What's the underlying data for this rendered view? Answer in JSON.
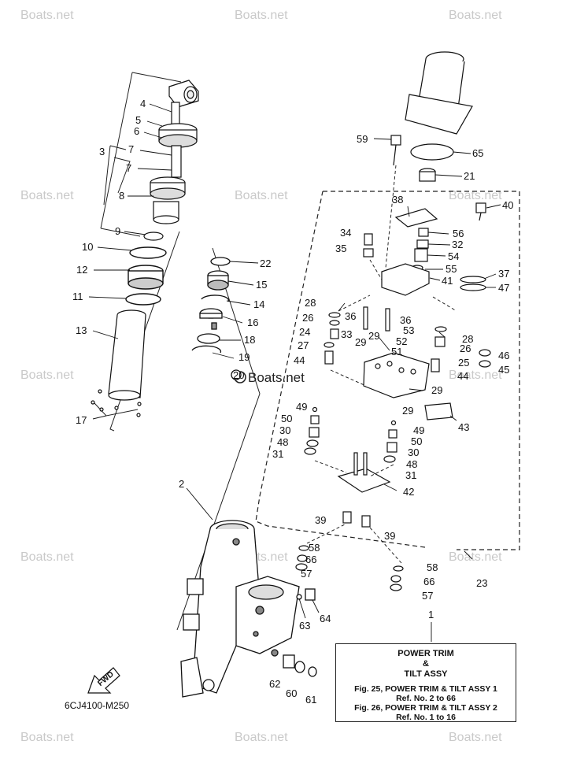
{
  "diagram": {
    "watermark": "Boats.net",
    "center_watermark": "Boats.net",
    "drawing_code": "6CJ4100-M250",
    "fwd_label": "FWD",
    "legend": {
      "ref": "1",
      "title_line1": "POWER TRIM",
      "title_line2": "&",
      "title_line3": "TILT ASSY",
      "line1": "Fig. 25, POWER TRIM & TILT ASSY 1",
      "line2": "Ref. No. 2 to 66",
      "line3": "Fig. 26, POWER TRIM & TILT ASSY 2",
      "line4": "Ref. No. 1 to 16"
    },
    "callouts": [
      {
        "id": "c4",
        "text": "4"
      },
      {
        "id": "c5",
        "text": "5"
      },
      {
        "id": "c6",
        "text": "6"
      },
      {
        "id": "c3",
        "text": "3"
      },
      {
        "id": "c7a",
        "text": "7"
      },
      {
        "id": "c7b",
        "text": "7"
      },
      {
        "id": "c8",
        "text": "8"
      },
      {
        "id": "c9",
        "text": "9"
      },
      {
        "id": "c10",
        "text": "10"
      },
      {
        "id": "c12",
        "text": "12"
      },
      {
        "id": "c11",
        "text": "11"
      },
      {
        "id": "c13",
        "text": "13"
      },
      {
        "id": "c17",
        "text": "17"
      },
      {
        "id": "c22",
        "text": "22"
      },
      {
        "id": "c15",
        "text": "15"
      },
      {
        "id": "c14",
        "text": "14"
      },
      {
        "id": "c16",
        "text": "16"
      },
      {
        "id": "c18",
        "text": "18"
      },
      {
        "id": "c19",
        "text": "19"
      },
      {
        "id": "c20",
        "text": "20"
      },
      {
        "id": "c2",
        "text": "2"
      },
      {
        "id": "c59",
        "text": "59"
      },
      {
        "id": "c65",
        "text": "65"
      },
      {
        "id": "c21",
        "text": "21"
      },
      {
        "id": "c38",
        "text": "38"
      },
      {
        "id": "c40",
        "text": "40"
      },
      {
        "id": "c34",
        "text": "34"
      },
      {
        "id": "c56",
        "text": "56"
      },
      {
        "id": "c35",
        "text": "35"
      },
      {
        "id": "c32",
        "text": "32"
      },
      {
        "id": "c54",
        "text": "54"
      },
      {
        "id": "c55",
        "text": "55"
      },
      {
        "id": "c41",
        "text": "41"
      },
      {
        "id": "c37",
        "text": "37"
      },
      {
        "id": "c47",
        "text": "47"
      },
      {
        "id": "c28a",
        "text": "28"
      },
      {
        "id": "c26a",
        "text": "26"
      },
      {
        "id": "c36a",
        "text": "36"
      },
      {
        "id": "c36b",
        "text": "36"
      },
      {
        "id": "c53",
        "text": "53"
      },
      {
        "id": "c28b",
        "text": "28"
      },
      {
        "id": "c24",
        "text": "24"
      },
      {
        "id": "c33",
        "text": "33"
      },
      {
        "id": "c29a",
        "text": "29"
      },
      {
        "id": "c29b",
        "text": "29"
      },
      {
        "id": "c52",
        "text": "52"
      },
      {
        "id": "c26b",
        "text": "26"
      },
      {
        "id": "c46",
        "text": "46"
      },
      {
        "id": "c27",
        "text": "27"
      },
      {
        "id": "c51",
        "text": "51"
      },
      {
        "id": "c25",
        "text": "25"
      },
      {
        "id": "c45",
        "text": "45"
      },
      {
        "id": "c44a",
        "text": "44"
      },
      {
        "id": "c44b",
        "text": "44"
      },
      {
        "id": "c29c",
        "text": "29"
      },
      {
        "id": "c49a",
        "text": "49"
      },
      {
        "id": "c29d",
        "text": "29"
      },
      {
        "id": "c43",
        "text": "43"
      },
      {
        "id": "c50a",
        "text": "50"
      },
      {
        "id": "c30a",
        "text": "30"
      },
      {
        "id": "c49b",
        "text": "49"
      },
      {
        "id": "c48a",
        "text": "48"
      },
      {
        "id": "c50b",
        "text": "50"
      },
      {
        "id": "c31a",
        "text": "31"
      },
      {
        "id": "c30b",
        "text": "30"
      },
      {
        "id": "c48b",
        "text": "48"
      },
      {
        "id": "c31b",
        "text": "31"
      },
      {
        "id": "c42",
        "text": "42"
      },
      {
        "id": "c39a",
        "text": "39"
      },
      {
        "id": "c39b",
        "text": "39"
      },
      {
        "id": "c58a",
        "text": "58"
      },
      {
        "id": "c66a",
        "text": "66"
      },
      {
        "id": "c57a",
        "text": "57"
      },
      {
        "id": "c58b",
        "text": "58"
      },
      {
        "id": "c66b",
        "text": "66"
      },
      {
        "id": "c57b",
        "text": "57"
      },
      {
        "id": "c23",
        "text": "23"
      },
      {
        "id": "c63",
        "text": "63"
      },
      {
        "id": "c64",
        "text": "64"
      },
      {
        "id": "c62",
        "text": "62"
      },
      {
        "id": "c60",
        "text": "60"
      },
      {
        "id": "c61",
        "text": "61"
      }
    ]
  }
}
